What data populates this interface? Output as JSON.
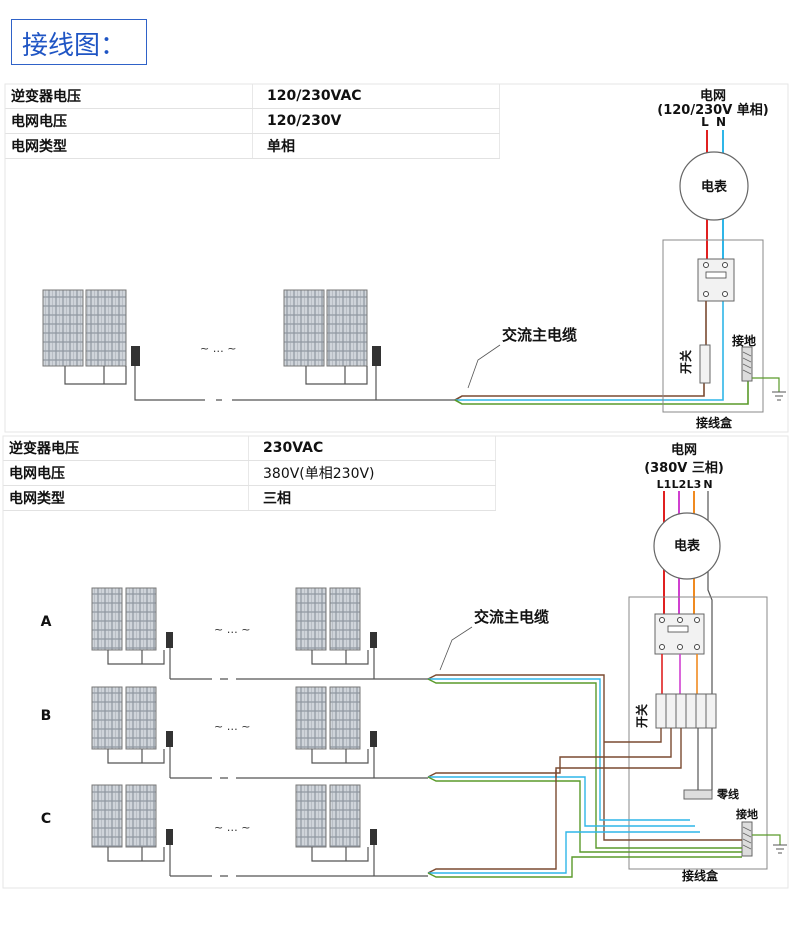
{
  "title": "接线图：",
  "single_phase": {
    "specs": [
      {
        "label": "逆变器电压",
        "value": "120/230VAC"
      },
      {
        "label": "电网电压",
        "value": "120/230V"
      },
      {
        "label": "电网类型",
        "value": "单相"
      }
    ],
    "grid_label": "电网",
    "grid_sub": "(120/230V 单相)",
    "line_L": "L",
    "line_N": "N",
    "meter": "电表",
    "switch": "开关",
    "ground": "接地",
    "box": "接线盒",
    "cable": "交流主电缆",
    "ellipsis": "~ … ~"
  },
  "three_phase": {
    "specs": [
      {
        "label": "逆变器电压",
        "value": "230VAC"
      },
      {
        "label": "电网电压",
        "value": "380V(单相230V)"
      },
      {
        "label": "电网类型",
        "value": "三相"
      }
    ],
    "grid_label": "电网",
    "grid_sub": "(380V 三相)",
    "lines": [
      "L1",
      "L2",
      "L3",
      "N"
    ],
    "meter": "电表",
    "switch": "开关",
    "neutral": "零线",
    "ground": "接地",
    "box": "接线盒",
    "cable": "交流主电缆",
    "rows": [
      "A",
      "B",
      "C"
    ],
    "ellipsis": "~ … ~"
  },
  "colors": {
    "title": "#1f55c4",
    "red": "#e02020",
    "blue": "#2fb6e8",
    "green": "#5a9a2a",
    "brown": "#7a4a30",
    "magenta": "#d040d0",
    "orange": "#f08a20"
  }
}
